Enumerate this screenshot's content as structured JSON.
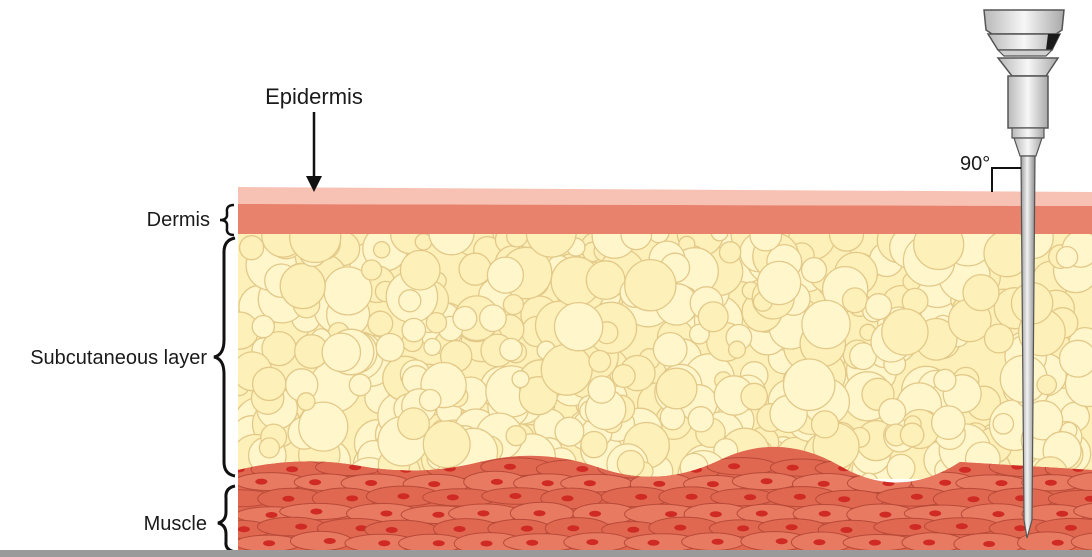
{
  "labels": {
    "epidermis": "Epidermis",
    "dermis": "Dermis",
    "subcutaneous": "Subcutaneous layer",
    "muscle": "Muscle",
    "angle": "90°"
  },
  "colors": {
    "epidermis": "#f7c2b4",
    "dermis": "#e8826d",
    "fat_fill": "#fdf0b8",
    "fat_stroke": "#e3c989",
    "muscle": "#e06850",
    "muscle_nucleus": "#cf2b24",
    "needle": "#d9d9d9"
  },
  "icons": {
    "needle": "syringe-needle-icon"
  }
}
